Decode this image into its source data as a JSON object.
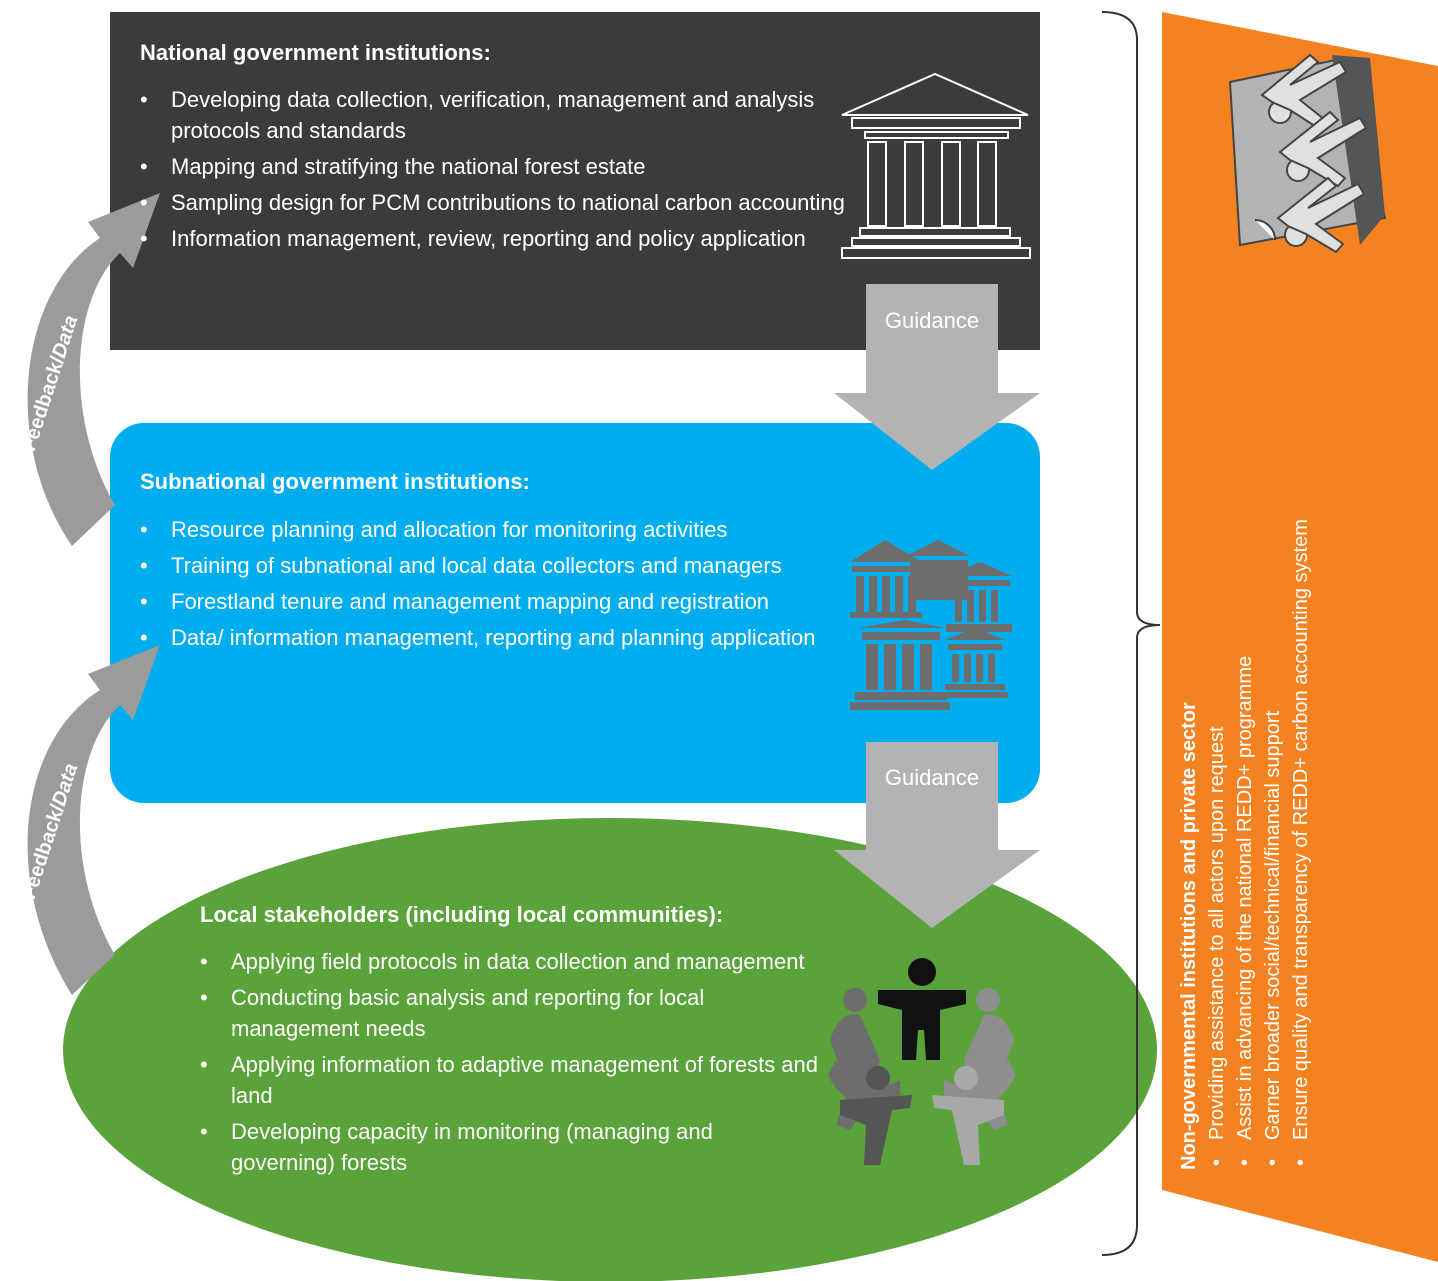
{
  "national": {
    "title": "National government institutions:",
    "items": [
      "Developing data collection, verification, management and analysis protocols and standards",
      "Mapping and stratifying  the national forest  estate",
      "Sampling design for PCM contributions to national carbon accounting",
      "Information management, review, reporting  and policy application"
    ]
  },
  "subnational": {
    "title": "Subnational government institutions:",
    "items": [
      "Resource planning and allocation for monitoring activities",
      "Training of subnational and local data  collectors and managers",
      "Forestland tenure and management mapping  and registration",
      "Data/ information management, reporting  and  planning application"
    ]
  },
  "local": {
    "title": "Local stakeholders (including local communities):",
    "items": [
      "Applying field protocols in data collection and management",
      "Conducting basic analysis and reporting for local management needs",
      "Applying information to adaptive management of forests and land",
      "Developing capacity in monitoring (managing and governing) forests"
    ]
  },
  "guidance": {
    "top": "Guidance",
    "bottom": "Guidance"
  },
  "feedback": {
    "upper_bold": "Feedback/",
    "upper_italic": "Data",
    "lower_bold": "Feedback/",
    "lower_italic": "Data"
  },
  "ngo": {
    "title": "Non-governmental institutions and private sector",
    "items": [
      "Providing assistance to all actors upon request",
      "Assist in advancing of the national REDD+ programme",
      "Garner broader social/technical/financial support",
      "Ensure quality and transparency of REDD+ carbon accounting system"
    ]
  },
  "colors": {
    "national_box": "#3b3a3c",
    "subnational_box": "#00adef",
    "local_ellipse": "#5aa23a",
    "arrows": "#b3b3b3",
    "feedback_arrows": "#9b9b9b",
    "ngo_panel": "#f58220",
    "icons": "#6d6d6d"
  },
  "icons": {
    "national": "building-icon",
    "subnational": "buildings-cluster-icon",
    "local": "people-circle-icon",
    "ngo": "people-group-icon"
  }
}
